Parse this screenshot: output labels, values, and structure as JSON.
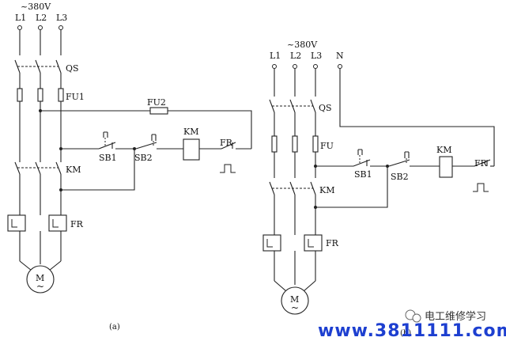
{
  "diagram_a": {
    "voltage": "~380V",
    "phases": [
      "L1",
      "L2",
      "L3"
    ],
    "qs": "QS",
    "fu1": "FU1",
    "fu2": "FU2",
    "km_contact": "KM",
    "fr_heater": "FR",
    "sb1": "SB1",
    "sb2": "SB2",
    "km_coil": "KM",
    "fr_contact": "FR",
    "motor": "M",
    "motor_sym": "~",
    "caption": "(a)"
  },
  "diagram_b": {
    "voltage": "~380V",
    "phases": [
      "L1",
      "L2",
      "L3",
      "N"
    ],
    "qs": "QS",
    "fu": "FU",
    "km_contact": "KM",
    "fr_heater": "FR",
    "sb1": "SB1",
    "sb2": "SB2",
    "km_coil": "KM",
    "fr_contact": "FR",
    "motor": "M",
    "motor_sym": "~",
    "caption": "(b)"
  },
  "watermark": {
    "url": "www.3811111.com",
    "account": "电工维修学习"
  },
  "colors": {
    "line": "#222222",
    "url": "#1d3fd0"
  }
}
